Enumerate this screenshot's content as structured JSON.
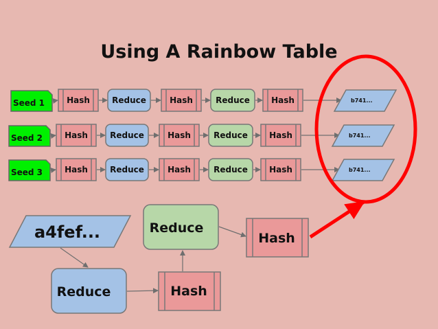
{
  "title": "Using A Rainbow Table",
  "chains": [
    {
      "seed": "Seed 1",
      "steps": [
        "Hash",
        "Reduce",
        "Hash",
        "Reduce",
        "Hash"
      ],
      "end": "b741..."
    },
    {
      "seed": "Seed 2",
      "steps": [
        "Hash",
        "Reduce",
        "Hash",
        "Reduce",
        "Hash"
      ],
      "end": "b741..."
    },
    {
      "seed": "Seed 3",
      "steps": [
        "Hash",
        "Reduce",
        "Hash",
        "Reduce",
        "Hash"
      ],
      "end": "b741..."
    }
  ],
  "lookup": {
    "input": "a4fef...",
    "steps": [
      "Reduce",
      "Hash",
      "Reduce",
      "Hash"
    ]
  },
  "colors": {
    "hash": "#ea9999",
    "reduce_blue": "#a4c2e6",
    "reduce_green": "#b7d7a8",
    "seed": "#00f000",
    "highlight": "#ff0000"
  }
}
